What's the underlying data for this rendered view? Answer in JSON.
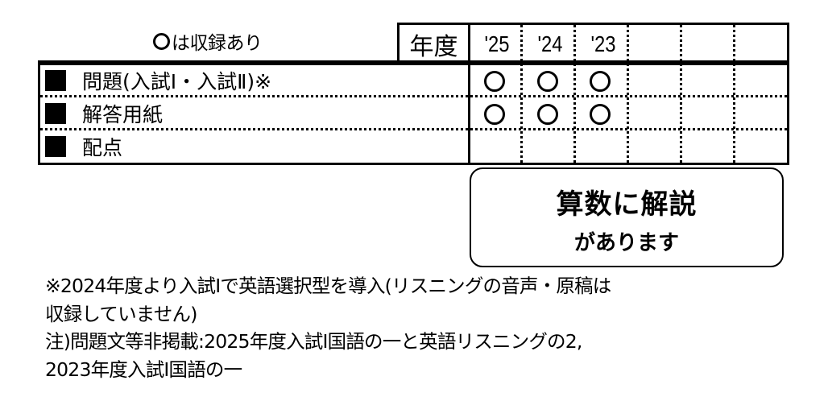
{
  "legend": {
    "mark": "○",
    "text": "は収録あり"
  },
  "table": {
    "year_header": "年度",
    "years": [
      "'25",
      "'24",
      "'23",
      "",
      "",
      ""
    ],
    "rows": [
      {
        "label": "問題(入試Ⅰ・入試Ⅱ)※",
        "marks": [
          true,
          true,
          true,
          false,
          false,
          false
        ]
      },
      {
        "label": "解答用紙",
        "marks": [
          true,
          true,
          true,
          false,
          false,
          false
        ]
      },
      {
        "label": "配点",
        "marks": [
          false,
          false,
          false,
          false,
          false,
          false
        ]
      }
    ]
  },
  "callout": {
    "line1": "算数に解説",
    "line2": "があります"
  },
  "notes": [
    "※2024年度より入試Ⅰで英語選択型を導入(リスニングの音声・原稿は",
    "収録していません)",
    "注)問題文等非掲載:2025年度入試Ⅰ国語の一と英語リスニングの2,",
    "2023年度入試Ⅰ国語の一"
  ]
}
